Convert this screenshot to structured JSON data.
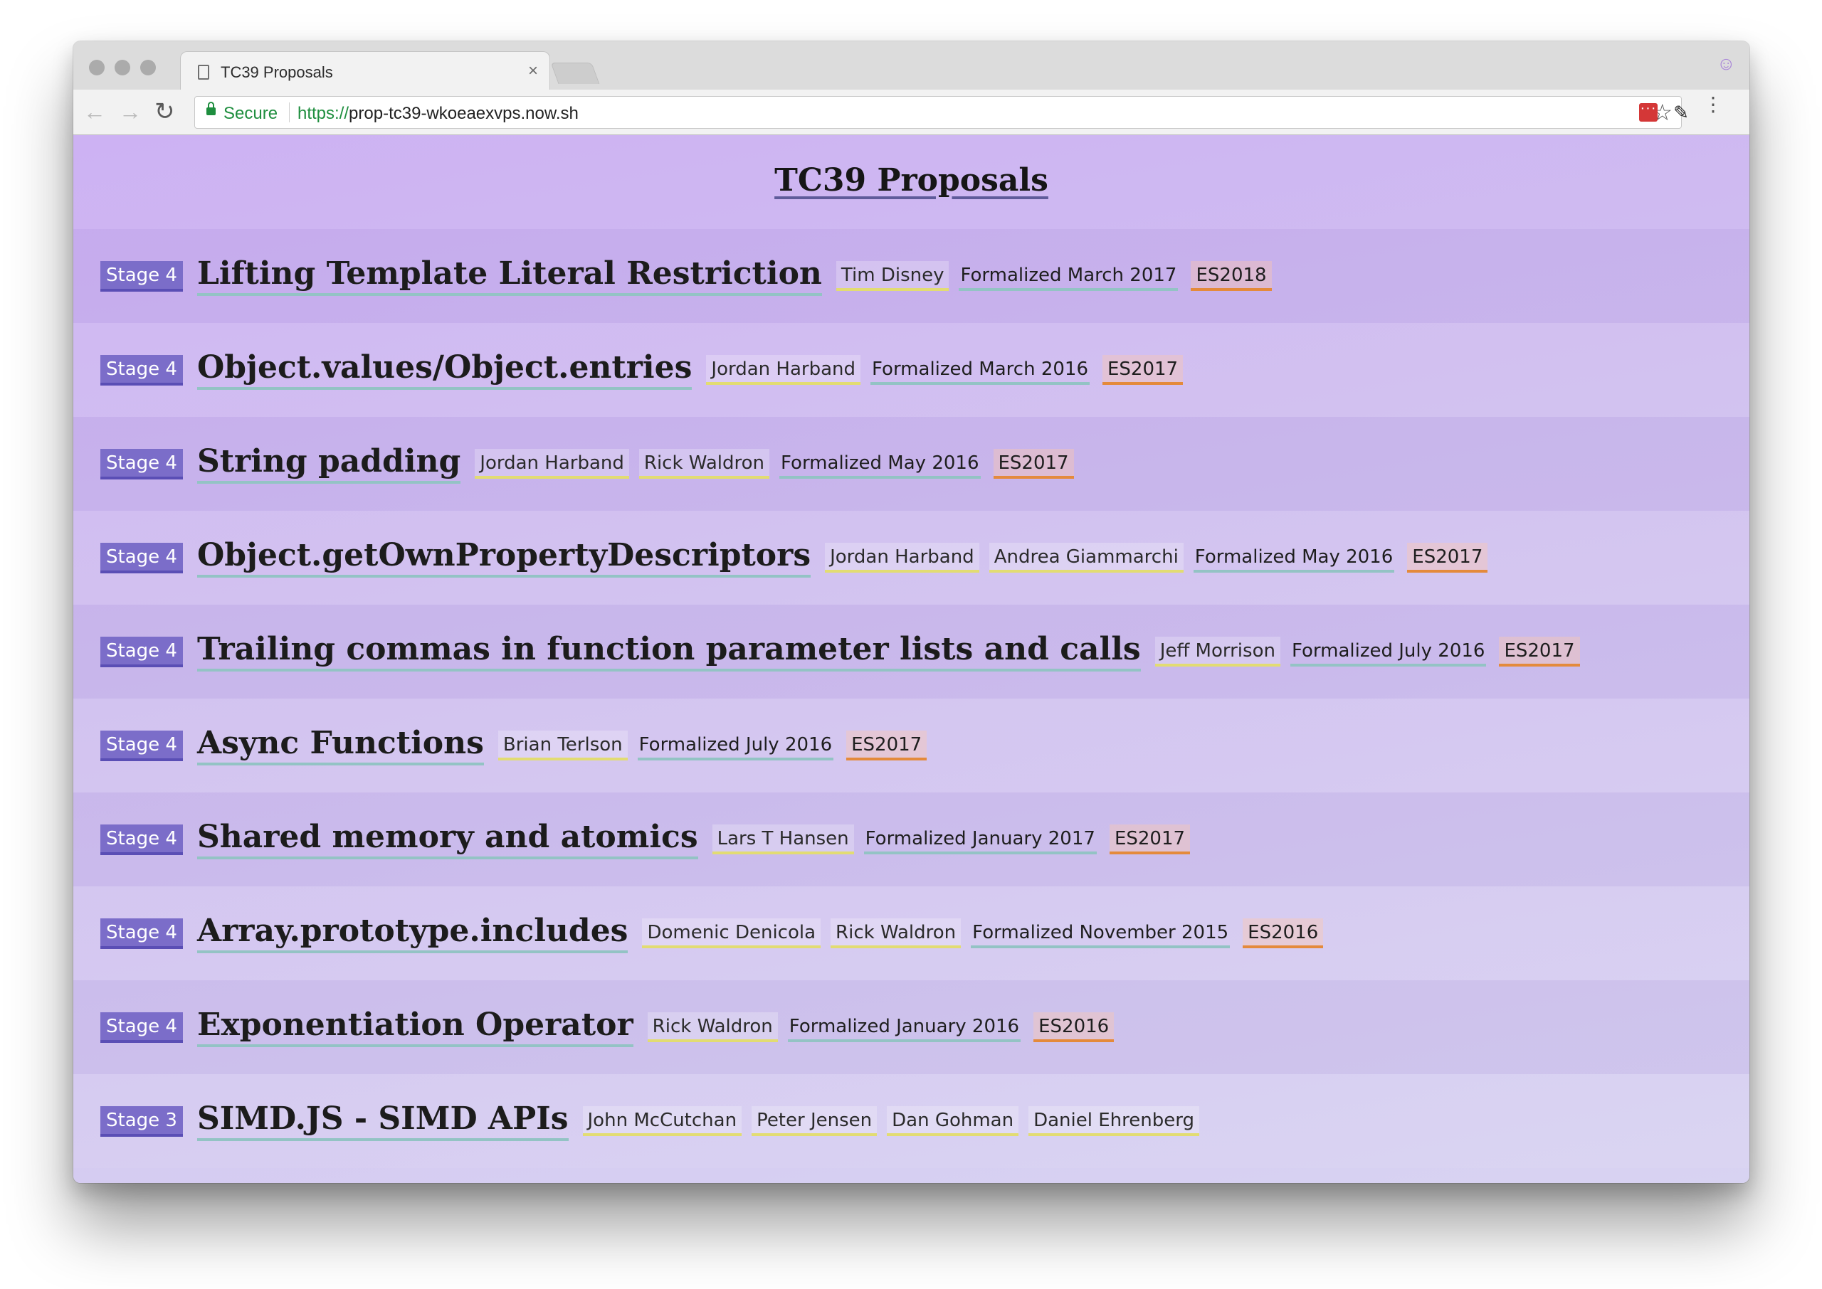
{
  "browser": {
    "tab_title": "TC39 Proposals",
    "tab_close": "×",
    "secure_label": "Secure",
    "url_scheme": "https://",
    "url_host": "prop-tc39-wkoeaexvps.now.sh",
    "back_glyph": "←",
    "forward_glyph": "→",
    "reload_glyph": "↻",
    "star_glyph": "☆",
    "menu_glyph": "⋮",
    "icons": [
      "document-icon",
      "close-icon",
      "new-tab-icon",
      "profile-icon",
      "back-icon",
      "forward-icon",
      "reload-icon",
      "lock-icon",
      "bookmark-star-icon",
      "extension-icon",
      "menu-icon"
    ]
  },
  "page": {
    "title": "TC39 Proposals"
  },
  "colors": {
    "stage_badge": "#7b6dc9",
    "champion_underline": "#e2dc72",
    "formalized_underline": "#93c3c4",
    "es_underline": "#e48a3b",
    "secure_green": "#1e8e3e"
  },
  "proposals": [
    {
      "stage": "Stage 4",
      "title": "Lifting Template Literal Restriction",
      "champions": [
        "Tim Disney"
      ],
      "formalized": "Formalized March 2017",
      "es": "ES2018"
    },
    {
      "stage": "Stage 4",
      "title": "Object.values/Object.entries",
      "champions": [
        "Jordan Harband"
      ],
      "formalized": "Formalized March 2016",
      "es": "ES2017"
    },
    {
      "stage": "Stage 4",
      "title": "String padding",
      "champions": [
        "Jordan Harband",
        "Rick Waldron"
      ],
      "formalized": "Formalized May 2016",
      "es": "ES2017"
    },
    {
      "stage": "Stage 4",
      "title": "Object.getOwnPropertyDescriptors",
      "champions": [
        "Jordan Harband",
        "Andrea Giammarchi"
      ],
      "formalized": "Formalized May 2016",
      "es": "ES2017"
    },
    {
      "stage": "Stage 4",
      "title": "Trailing commas in function parameter lists and calls",
      "champions": [
        "Jeff Morrison"
      ],
      "formalized": "Formalized July 2016",
      "es": "ES2017"
    },
    {
      "stage": "Stage 4",
      "title": "Async Functions",
      "champions": [
        "Brian Terlson"
      ],
      "formalized": "Formalized July 2016",
      "es": "ES2017"
    },
    {
      "stage": "Stage 4",
      "title": "Shared memory and atomics",
      "champions": [
        "Lars T Hansen"
      ],
      "formalized": "Formalized January 2017",
      "es": "ES2017"
    },
    {
      "stage": "Stage 4",
      "title": "Array.prototype.includes",
      "champions": [
        "Domenic Denicola",
        "Rick Waldron"
      ],
      "formalized": "Formalized November 2015",
      "es": "ES2016"
    },
    {
      "stage": "Stage 4",
      "title": "Exponentiation Operator",
      "champions": [
        "Rick Waldron"
      ],
      "formalized": "Formalized January 2016",
      "es": "ES2016"
    },
    {
      "stage": "Stage 3",
      "title": "SIMD.JS - SIMD APIs",
      "champions": [
        "John McCutchan",
        "Peter Jensen",
        "Dan Gohman",
        "Daniel Ehrenberg"
      ],
      "formalized": "",
      "es": ""
    }
  ]
}
